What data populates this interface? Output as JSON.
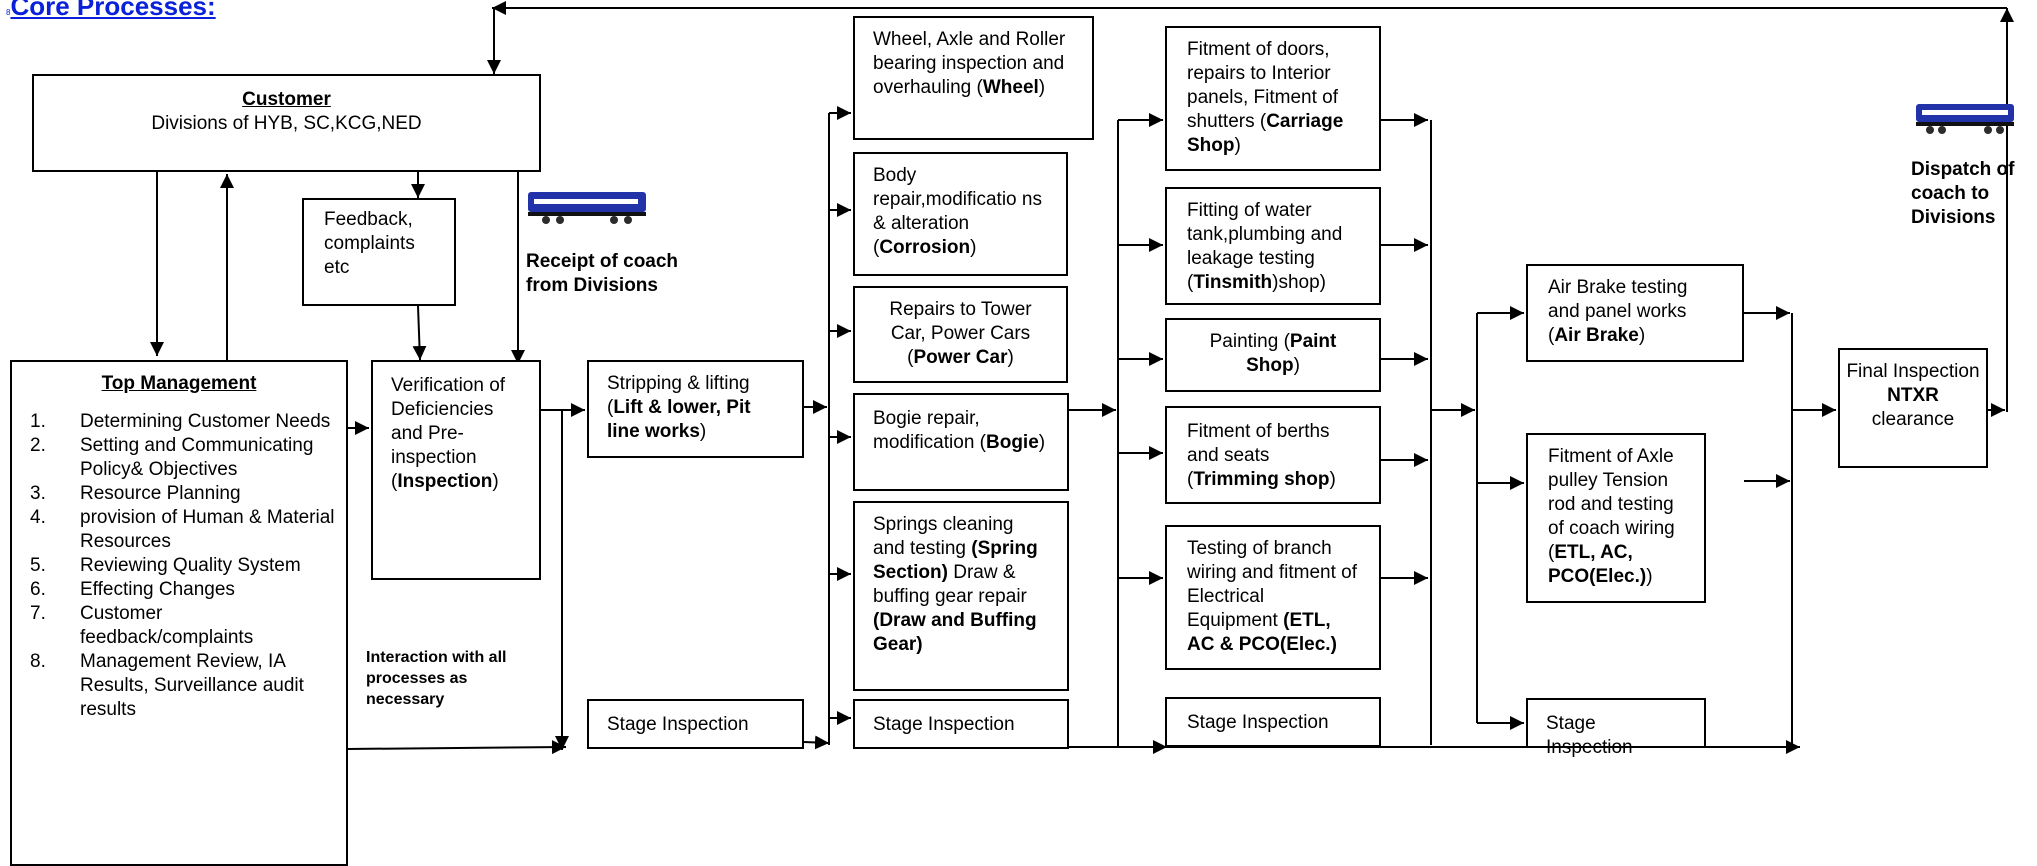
{
  "header": {
    "small_mark": "8",
    "title": "Core Processes:"
  },
  "colors": {
    "title": "#0b21d9",
    "train_body": "#2233aa",
    "train_window": "#ffffff",
    "wheels": "#2c2c2c"
  },
  "customer": {
    "title": "Customer",
    "text": "Divisions of HYB, SC,KCG,NED"
  },
  "feedback": {
    "text": "Feedback, complaints etc"
  },
  "receipt": {
    "line1": "Receipt of coach",
    "line2": "from Divisions"
  },
  "top_management": {
    "title": "Top Management",
    "items": [
      {
        "num": "1.",
        "text": "Determining Customer Needs"
      },
      {
        "num": "2.",
        "text": "Setting and Communicating Policy& Objectives"
      },
      {
        "num": "3.",
        "text": "Resource Planning"
      },
      {
        "num": "4.",
        "text": "provision of Human & Material Resources"
      },
      {
        "num": "5.",
        "text": "Reviewing Quality System"
      },
      {
        "num": "6.",
        "text": "Effecting Changes"
      },
      {
        "num": "7.",
        "text": "Customer feedback/complaints"
      },
      {
        "num": "8.",
        "text": "Management Review, IA Results, Surveillance audit results"
      }
    ]
  },
  "verification": {
    "text": "Verification of Deficiencies and Pre-inspection (",
    "bold": "Inspection",
    "end": ")"
  },
  "interaction": {
    "text": "Interaction with all processes as necessary"
  },
  "stripping": {
    "text": "Stripping & lifting (",
    "bold": "Lift & lower, Pit line works",
    "end": ")"
  },
  "stage_inspection": "Stage Inspection",
  "col3": {
    "wheel": {
      "text": "Wheel, Axle and Roller bearing inspection and overhauling (",
      "bold": "Wheel",
      "end": ")"
    },
    "body": {
      "text": "Body repair,modificatio ns & alteration (",
      "bold": "Corrosion",
      "end": ")"
    },
    "tower": {
      "text": "Repairs to Tower Car, Power Cars (",
      "bold": "Power Car",
      "end": ")"
    },
    "bogie": {
      "text": "Bogie repair, modification (",
      "bold": "Bogie",
      "end": ")"
    },
    "springs": {
      "t1": "Springs cleaning and testing ",
      "b1": "(Spring Section)",
      "t2": " Draw & buffing gear repair ",
      "b2": "(Draw and Buffing Gear)"
    }
  },
  "col4": {
    "doors": {
      "text": "Fitment of doors, repairs to Interior panels, Fitment of shutters (",
      "bold": "Carriage Shop",
      "end": ")"
    },
    "water": {
      "text": "Fitting of water tank,plumbing and leakage testing (",
      "bold": "Tinsmith",
      "end": ")shop)"
    },
    "painting": {
      "text": "Painting (",
      "bold": "Paint Shop",
      "end": ")"
    },
    "berths": {
      "text": "Fitment of berths and seats (",
      "bold": "Trimming shop",
      "end": ")"
    },
    "branch": {
      "text": "Testing of branch wiring and fitment of Electrical Equipment ",
      "bold": "(ETL, AC & PCO(Elec.)",
      "end": ""
    }
  },
  "col5": {
    "airbrake": {
      "text": "Air Brake testing and panel works (",
      "bold": "Air Brake",
      "end": ")"
    },
    "axle": {
      "text": "Fitment of Axle pulley Tension rod and testing of coach wiring (",
      "bold": "ETL, AC, PCO(Elec.)",
      "end": ")"
    }
  },
  "final": {
    "text": "Final Inspection",
    "bold": "NTXR",
    "end": "clearance"
  },
  "dispatch": {
    "line1": "Dispatch of",
    "line2": "coach to",
    "line3": "Divisions"
  }
}
